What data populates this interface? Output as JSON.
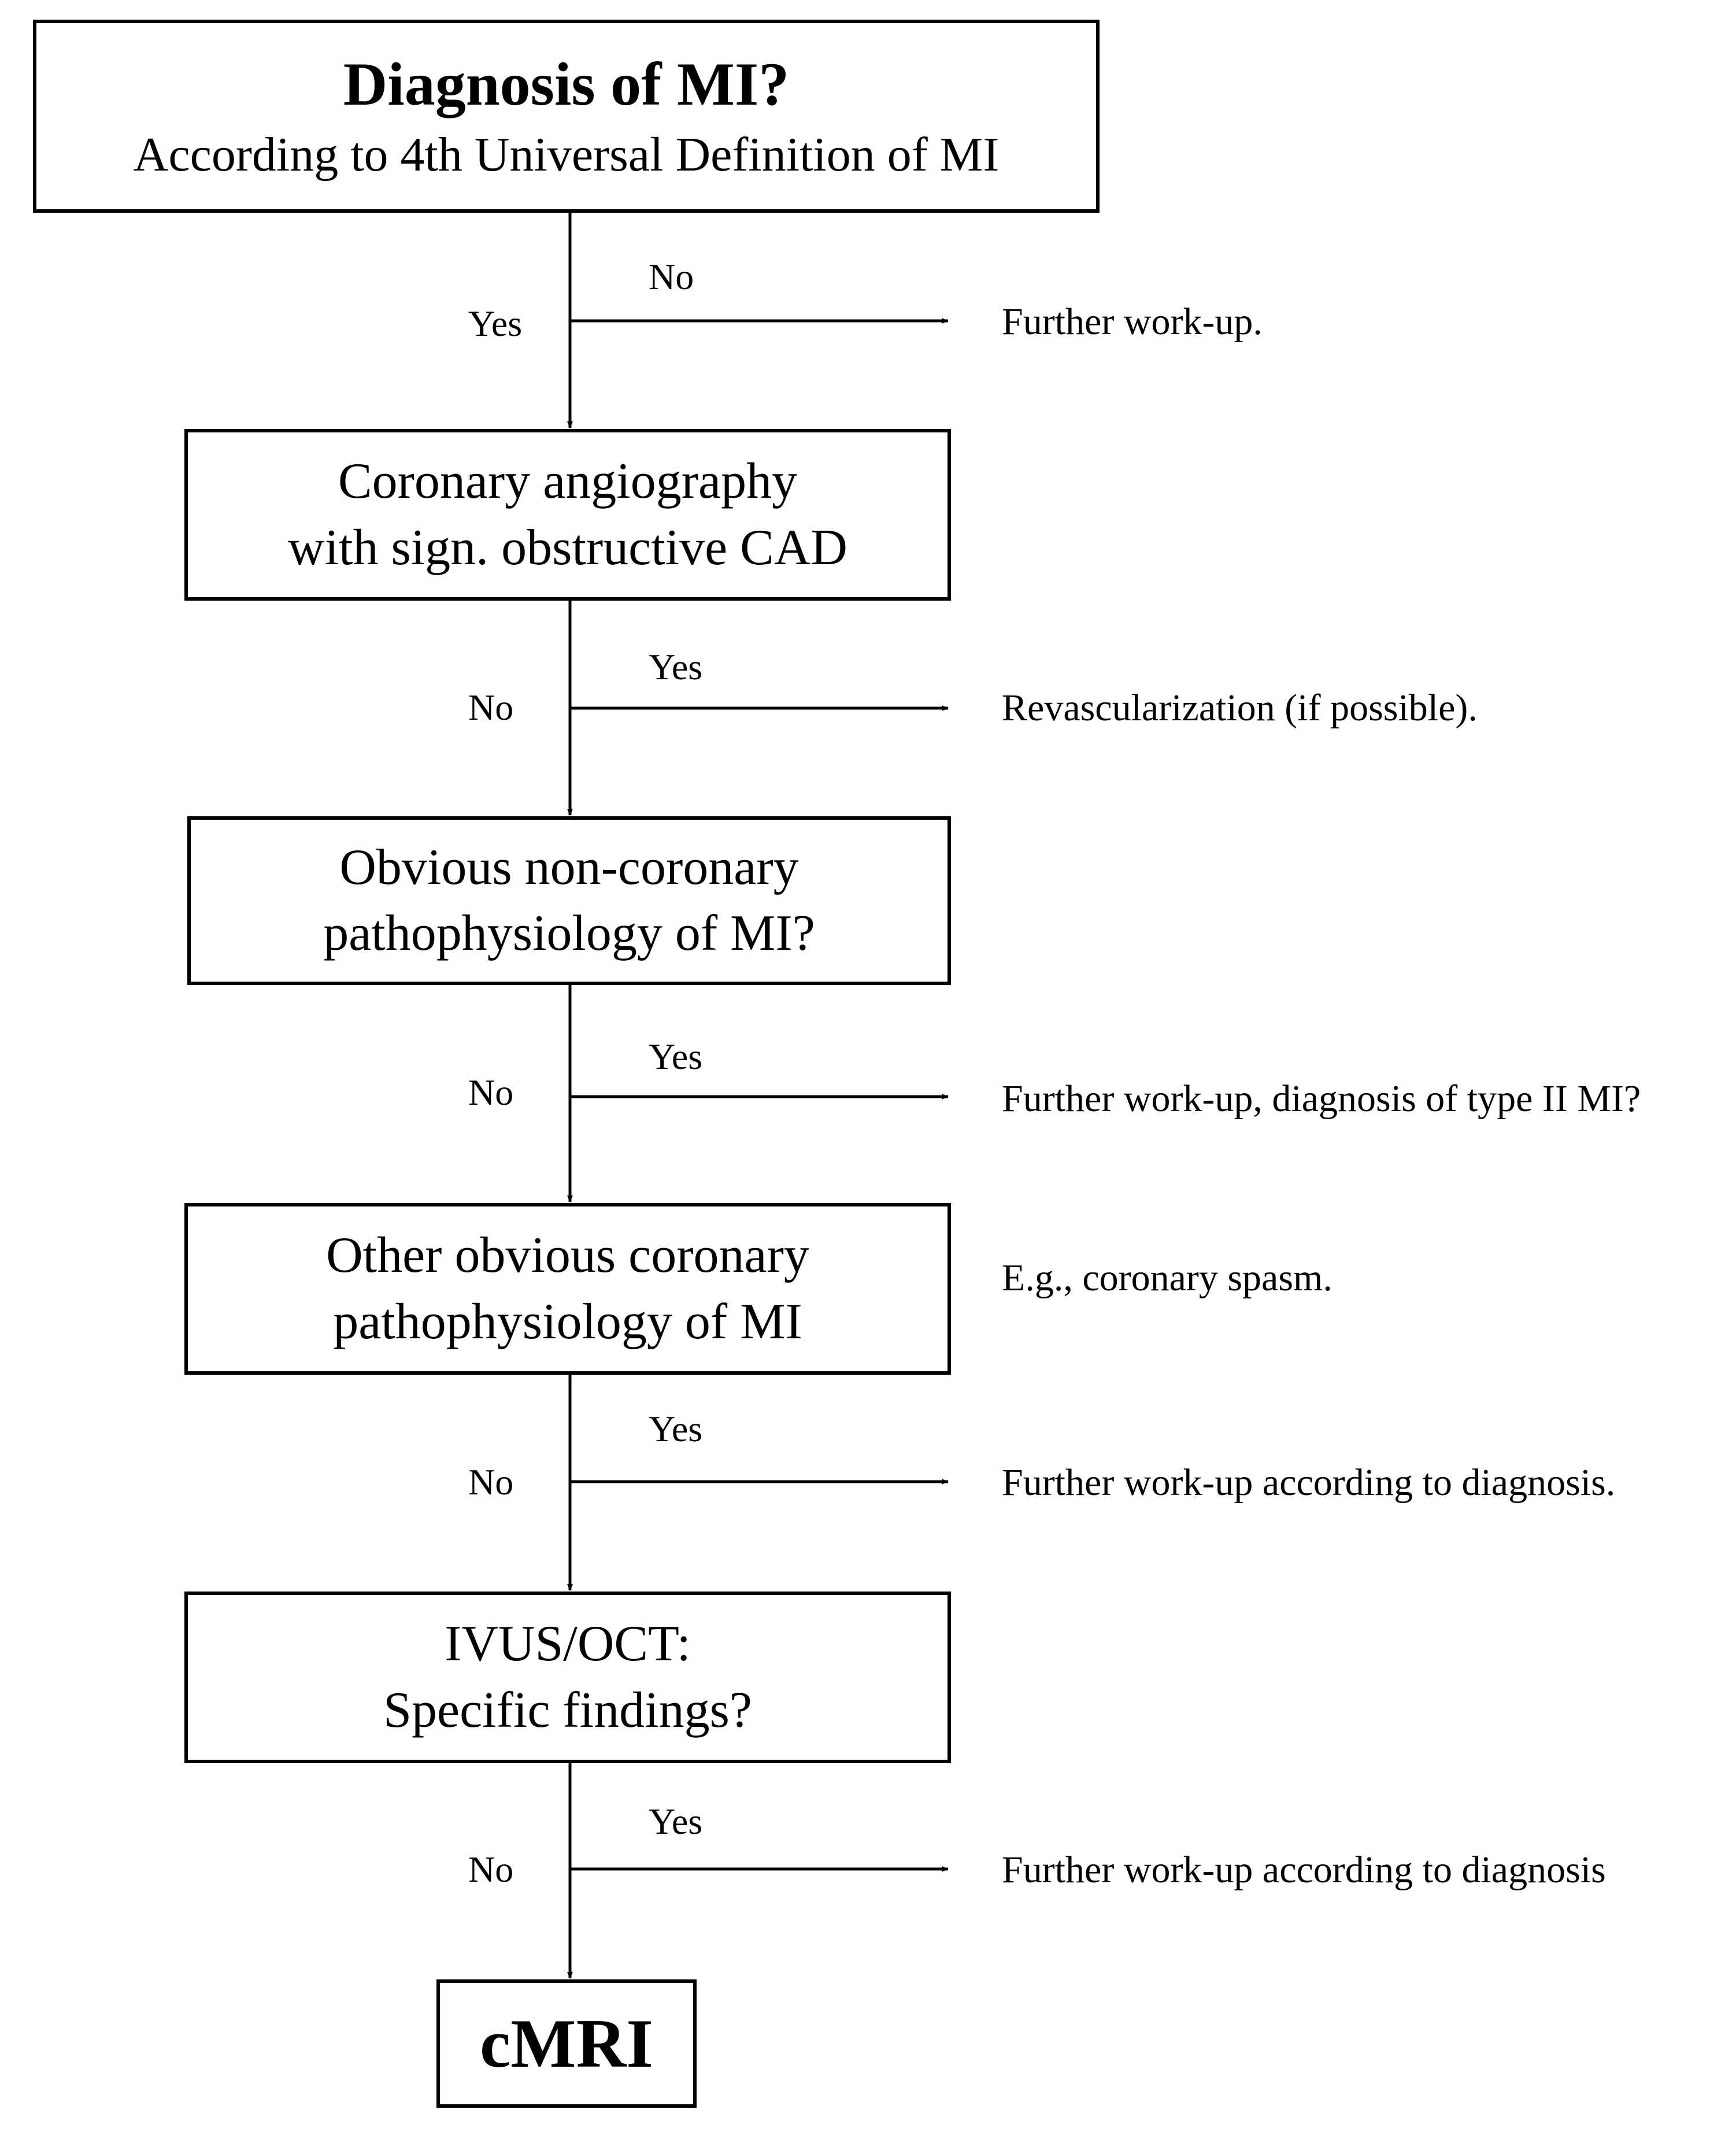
{
  "colors": {
    "line": "#000000",
    "background": "#ffffff"
  },
  "nodes": {
    "diagnosis_mi": {
      "title": "Diagnosis of MI?",
      "subtitle": "According to 4th Universal Definition of MI"
    },
    "angiography": {
      "line1": "Coronary angiography",
      "line2": "with sign. obstructive CAD"
    },
    "non_coronary": {
      "line1": "Obvious non-coronary",
      "line2": "pathophysiology of MI?"
    },
    "other_coronary": {
      "line1": "Other obvious coronary",
      "line2": "pathophysiology of MI"
    },
    "ivus_oct": {
      "line1": "IVUS/OCT:",
      "line2": "Specific findings?"
    },
    "cmri": {
      "label": "cMRI"
    }
  },
  "edges": {
    "step1": {
      "down_label": "Yes",
      "side_label": "No",
      "side_outcome": "Further work-up."
    },
    "step2": {
      "down_label": "No",
      "side_label": "Yes",
      "side_outcome": "Revascularization (if possible)."
    },
    "step3": {
      "down_label": "No",
      "side_label": "Yes",
      "side_outcome": "Further work-up, diagnosis of type II MI?"
    },
    "step4": {
      "down_label": "No",
      "side_label": "Yes",
      "side_outcome": "Further work-up according to diagnosis."
    },
    "step5": {
      "down_label": "No",
      "side_label": "Yes",
      "side_outcome": "Further work-up according to diagnosis"
    }
  },
  "notes": {
    "coronary_spasm": "E.g., coronary spasm."
  }
}
